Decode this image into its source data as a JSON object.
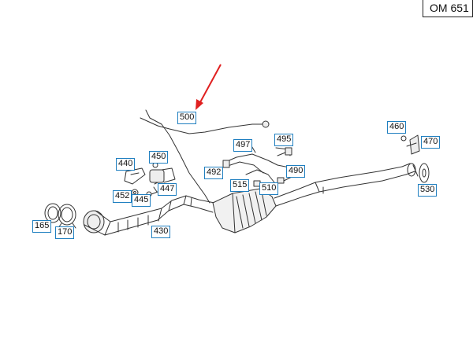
{
  "engine_code": "OM 651",
  "callouts": [
    {
      "id": "c165",
      "label": "165"
    },
    {
      "id": "c170",
      "label": "170"
    },
    {
      "id": "c430",
      "label": "430"
    },
    {
      "id": "c440",
      "label": "440"
    },
    {
      "id": "c445",
      "label": "445"
    },
    {
      "id": "c447",
      "label": "447"
    },
    {
      "id": "c450",
      "label": "450"
    },
    {
      "id": "c452",
      "label": "452"
    },
    {
      "id": "c460",
      "label": "460"
    },
    {
      "id": "c470",
      "label": "470"
    },
    {
      "id": "c490",
      "label": "490"
    },
    {
      "id": "c492",
      "label": "492"
    },
    {
      "id": "c495",
      "label": "495"
    },
    {
      "id": "c497",
      "label": "497"
    },
    {
      "id": "c500",
      "label": "500"
    },
    {
      "id": "c510",
      "label": "510"
    },
    {
      "id": "c515",
      "label": "515"
    },
    {
      "id": "c530",
      "label": "530"
    }
  ],
  "colors": {
    "callout_border": "#1f7fc0",
    "arrow": "#e02020",
    "line_art": "#333333"
  }
}
